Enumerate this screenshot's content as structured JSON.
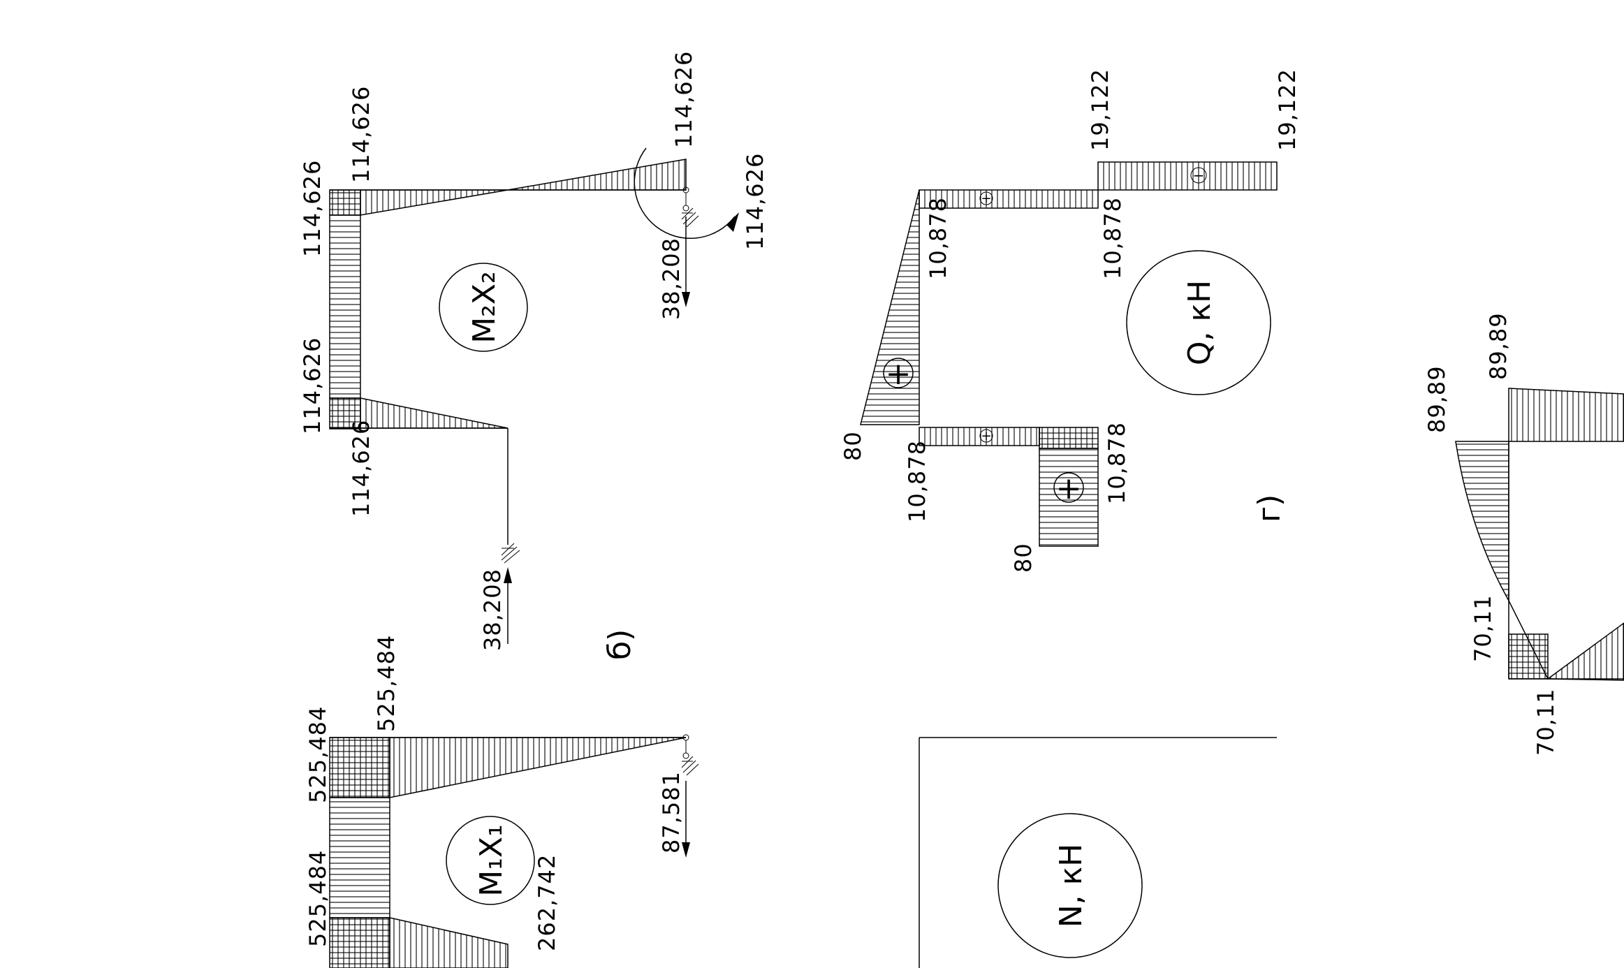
{
  "panel_b": {
    "letter": "б)",
    "diagram_1": {
      "title": "M₁X₁",
      "labels": [
        "525,484",
        "525,484",
        "525,484",
        "262,742",
        "87,581"
      ]
    },
    "diagram_2": {
      "title": "M₂X₂",
      "labels": [
        "114,626",
        "114,626",
        "114,626",
        "114,626",
        "114,626",
        "114,626",
        "38,208",
        "38,208"
      ]
    }
  },
  "panel_g": {
    "letter": "г)",
    "q_diagram": {
      "title": "Q, кН",
      "labels": [
        "19,122",
        "19,122",
        "10,878",
        "10,878",
        "10,878",
        "10,878",
        "80",
        "80"
      ],
      "signs": [
        "+",
        "+",
        "+",
        "+",
        "−"
      ]
    },
    "n_diagram": {
      "title": "N, кН"
    },
    "m_diagram": {
      "labels": [
        "89,89",
        "89,89",
        "70,11",
        "70,11"
      ]
    }
  }
}
